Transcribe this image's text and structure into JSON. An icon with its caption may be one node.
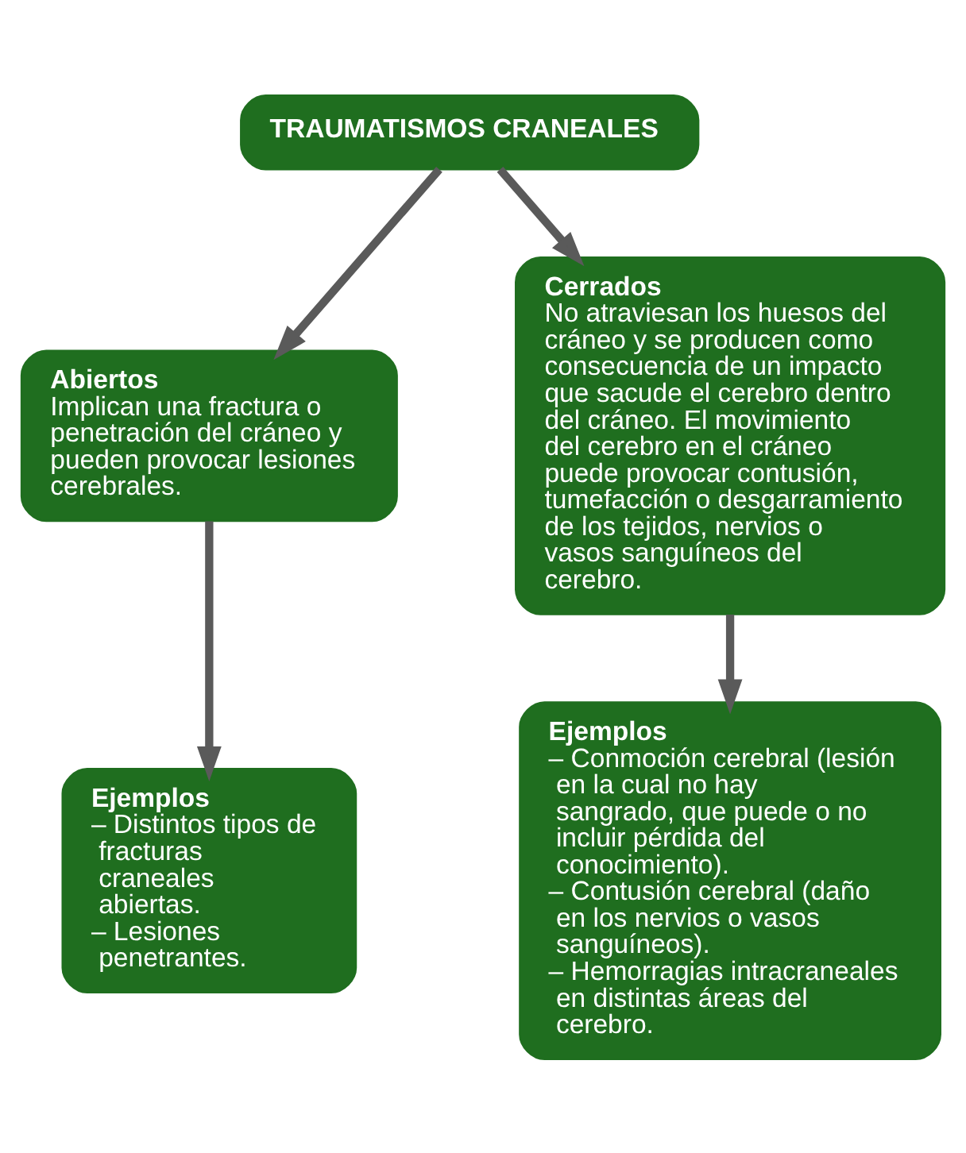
{
  "diagram": {
    "nodes": [
      {
        "text": [
          "TRAUMATISMOS CRANEALES"
        ]
      },
      {
        "text": [
          "Abiertos",
          "Implican una fractura o penetración del cráneo y pueden provocar lesiones cerebrales."
        ]
      },
      {
        "text": [
          "Cerrados",
          "No atraviesan los huesos del cráneo y se producen como consecuencia de un impacto que sacude el cerebro dentro del cráneo. El movimiento del cerebro en el cráneo puede provocar contusión, tumefacción o desgarramiento de los tejidos, nervios o vasos sanguíneos del cerebro."
        ]
      },
      {
        "text": [
          "Ejemplos",
          "– Distintos tipos de fracturas craneales abiertas.",
          "– Lesiones penetrantes."
        ]
      },
      {
        "text": [
          "Ejemplos",
          "– Conmoción cerebral (lesión en la cual no hay sangrado, que puede o no incluir pérdida del conocimiento).",
          "– Contusión cerebral (daño en los nervios o vasos sanguíneos).",
          "– Hemorragias intracraneales en distintas áreas del cerebro."
        ]
      }
    ],
    "edges": [
      {
        "from": 0,
        "to": 1,
        "arrow": "to"
      },
      {
        "from": 0,
        "to": 2,
        "arrow": "to"
      },
      {
        "from": 1,
        "to": 3,
        "arrow": "to"
      },
      {
        "from": 2,
        "to": 4,
        "arrow": "to"
      }
    ]
  }
}
